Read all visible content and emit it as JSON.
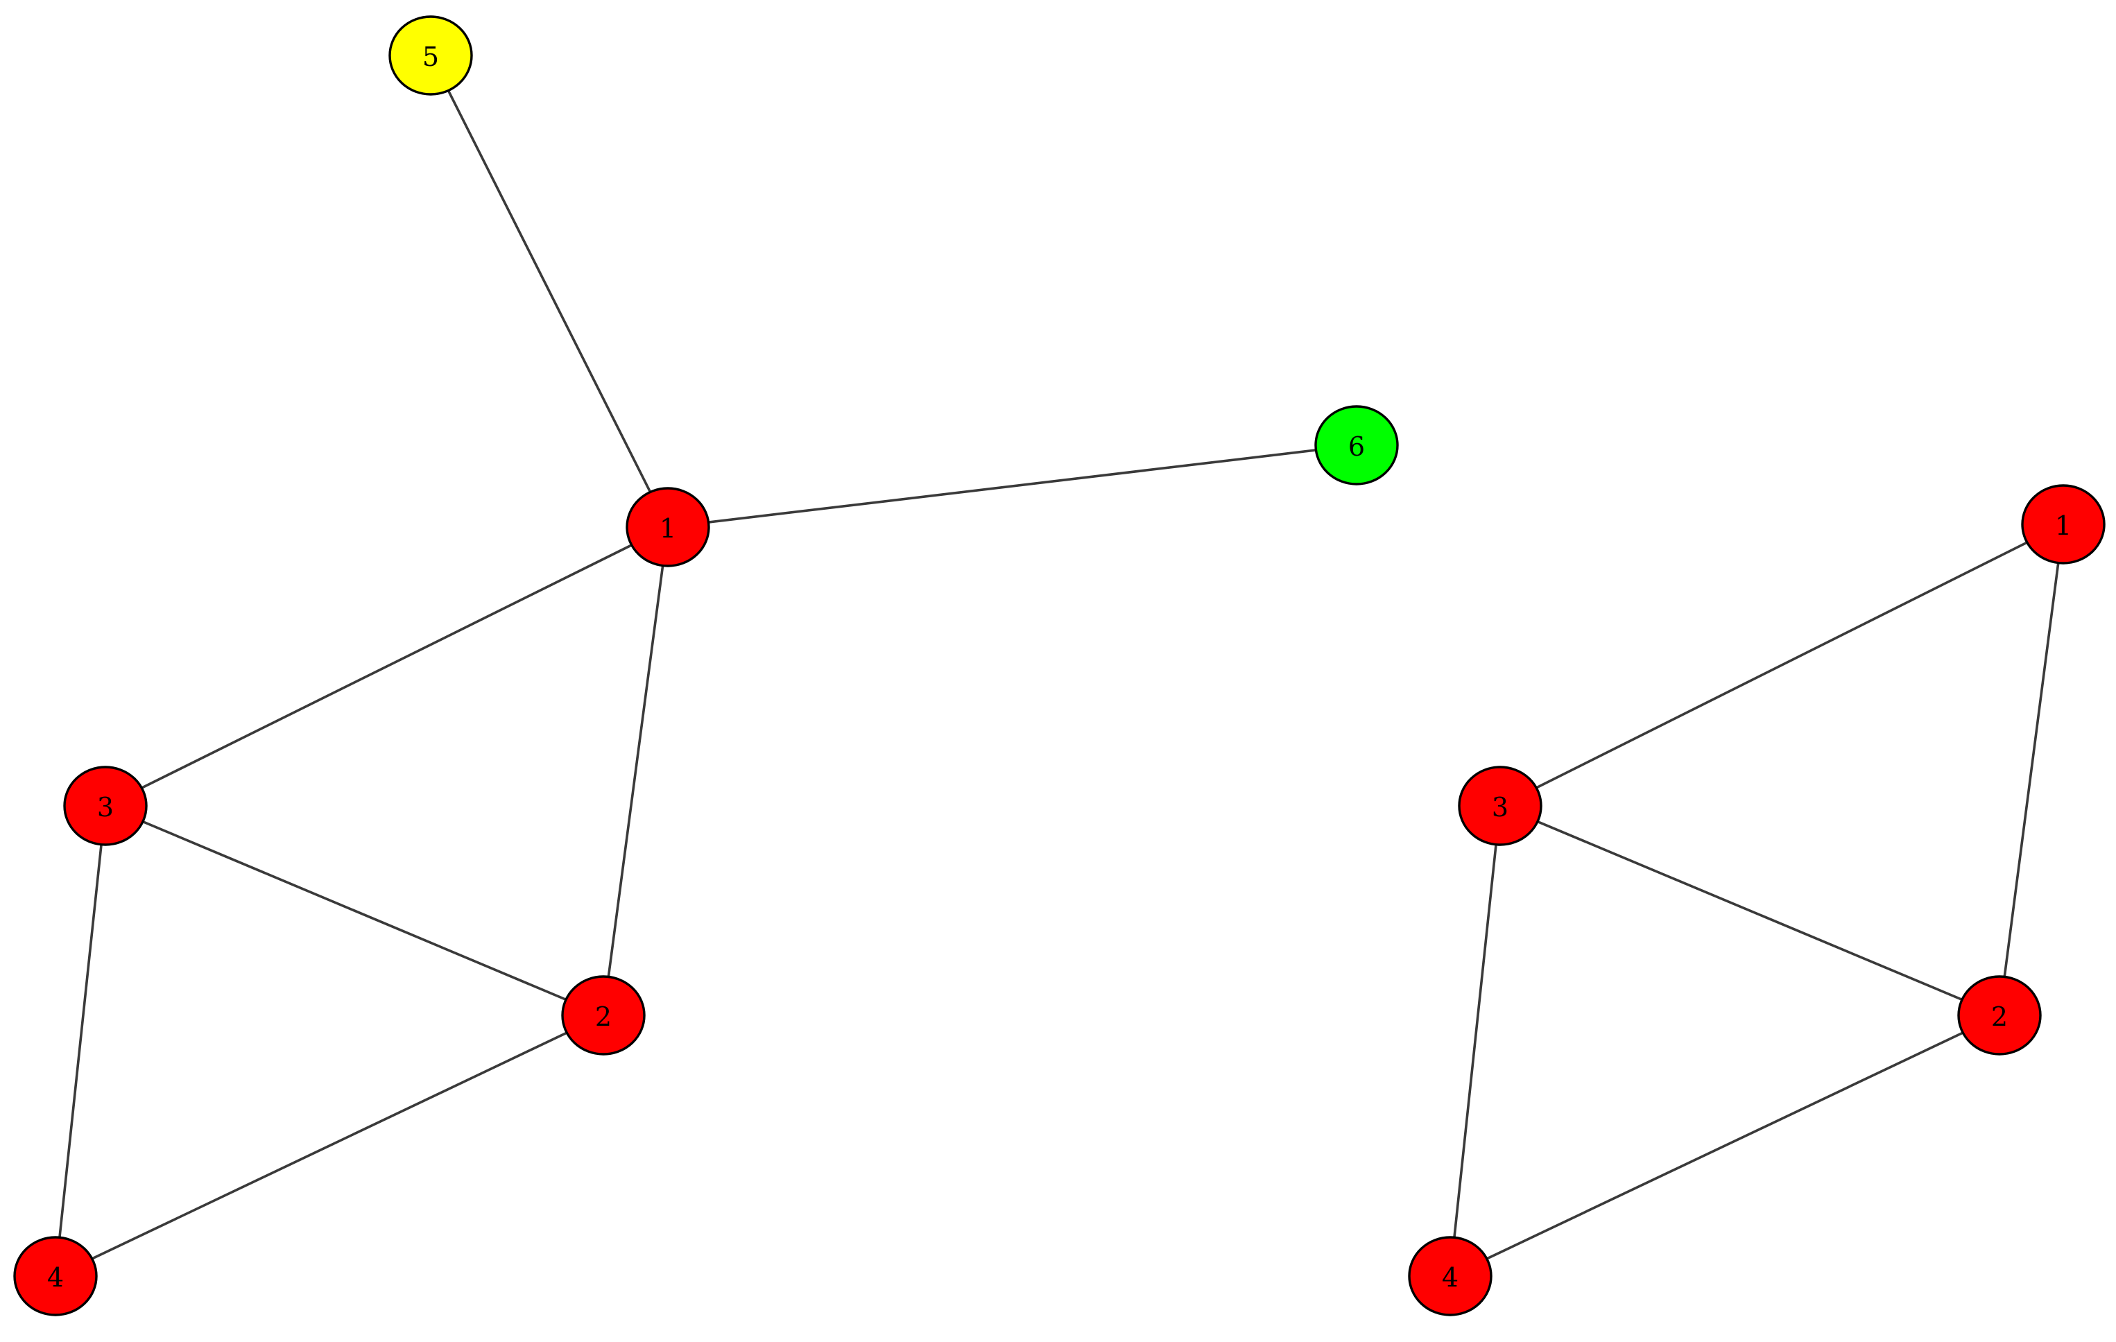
{
  "colors": {
    "red": "#ff0000",
    "yellow": "#ffff00",
    "green": "#00ff00",
    "edge": "#3a3a3a",
    "outline": "#000000"
  },
  "graphs": [
    {
      "id": "left",
      "nodes": [
        {
          "id": "1",
          "label": "1",
          "color": "red"
        },
        {
          "id": "2",
          "label": "2",
          "color": "red"
        },
        {
          "id": "3",
          "label": "3",
          "color": "red"
        },
        {
          "id": "4",
          "label": "4",
          "color": "red"
        },
        {
          "id": "5",
          "label": "5",
          "color": "yellow"
        },
        {
          "id": "6",
          "label": "6",
          "color": "green"
        }
      ],
      "edges": [
        [
          "5",
          "1"
        ],
        [
          "1",
          "6"
        ],
        [
          "1",
          "3"
        ],
        [
          "1",
          "2"
        ],
        [
          "3",
          "2"
        ],
        [
          "3",
          "4"
        ],
        [
          "2",
          "4"
        ]
      ]
    },
    {
      "id": "right",
      "nodes": [
        {
          "id": "1",
          "label": "1",
          "color": "red"
        },
        {
          "id": "2",
          "label": "2",
          "color": "red"
        },
        {
          "id": "3",
          "label": "3",
          "color": "red"
        },
        {
          "id": "4",
          "label": "4",
          "color": "red"
        }
      ],
      "edges": [
        [
          "1",
          "3"
        ],
        [
          "1",
          "2"
        ],
        [
          "3",
          "2"
        ],
        [
          "3",
          "4"
        ],
        [
          "2",
          "4"
        ]
      ]
    }
  ]
}
